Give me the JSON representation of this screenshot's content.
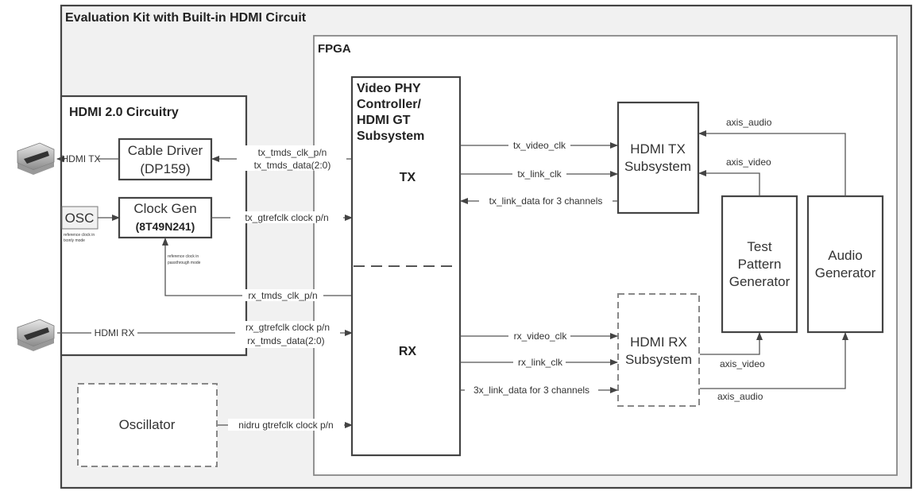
{
  "outer": {
    "title": "Evaluation Kit with Built-in HDMI Circuit"
  },
  "fpga": {
    "title": "FPGA"
  },
  "hdmi_circuitry": {
    "title": "HDMI 2.0 Circuitry",
    "cable_driver": {
      "line1": "Cable Driver",
      "line2": "(DP159)"
    },
    "clock_gen": {
      "line1": "Clock Gen",
      "line2": "(8T49N241)"
    },
    "osc": "OSC",
    "note_txonly": [
      "reference clock in",
      "txonly mode"
    ],
    "note_passthrough": [
      "reference clock in",
      "passthrough mode"
    ]
  },
  "connectors": {
    "hdmi_tx": "HDMI TX",
    "hdmi_rx": "HDMI RX"
  },
  "vphy": {
    "title": [
      "Video PHY",
      "Controller/",
      "HDMI GT",
      "Subsystem"
    ],
    "tx": "TX",
    "rx": "RX"
  },
  "hdmi_tx_ss": {
    "line1": "HDMI TX",
    "line2": "Subsystem"
  },
  "hdmi_rx_ss": {
    "line1": "HDMI RX",
    "line2": "Subsystem"
  },
  "tpg": {
    "lines": [
      "Test",
      "Pattern",
      "Generator"
    ]
  },
  "audio_gen": {
    "lines": [
      "Audio",
      "Generator"
    ]
  },
  "oscillator": "Oscillator",
  "signals": {
    "tx_tmds_clk": "tx_tmds_clk_p/n",
    "tx_tmds_data": "tx_tmds_data(2:0)",
    "tx_gtrefclk": "tx_gtrefclk clock p/n",
    "rx_tmds_clk": "rx_tmds_clk_p/n",
    "rx_gtrefclk": "rx_gtrefclk clock p/n",
    "rx_tmds_data": "rx_tmds_data(2:0)",
    "nidru": "nidru gtrefclk clock p/n",
    "tx_video_clk": "tx_video_clk",
    "tx_link_clk": "tx_link_clk",
    "tx_link_data": "tx_link_data for 3 channels",
    "rx_video_clk": "rx_video_clk",
    "rx_link_clk": "rx_link_clk",
    "rx_link_data": "3x_link_data for 3 channels",
    "axis_audio_tx": "axis_audio",
    "axis_video_tx": "axis_video",
    "axis_video_rx": "axis_video",
    "axis_audio_rx": "axis_audio"
  }
}
